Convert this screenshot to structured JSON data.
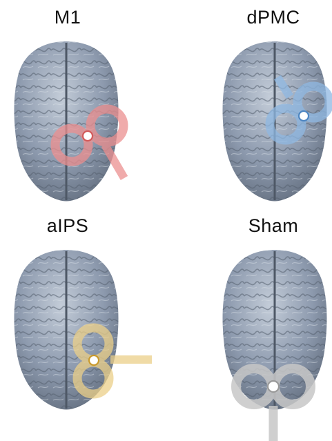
{
  "panels": [
    {
      "id": "m1",
      "label": "M1",
      "coil_color": "#ec8f8f"
    },
    {
      "id": "dpmc",
      "label": "dPMC",
      "coil_color": "#8fb8e2"
    },
    {
      "id": "aips",
      "label": "aIPS",
      "coil_color": "#ecd089"
    },
    {
      "id": "sham",
      "label": "Sham",
      "coil_color": "#c7c7c7"
    }
  ],
  "colors": {
    "brain_fill": "#8d9aae",
    "brain_shadow": "#5d6878",
    "brain_highlight": "#c3ccd8",
    "sulcus": "#56616f",
    "target_dot_fill": "#ffffff"
  },
  "icons": {
    "brain": "brain-icon",
    "coil": "figure-eight-coil-icon",
    "target": "stimulation-target-icon"
  }
}
